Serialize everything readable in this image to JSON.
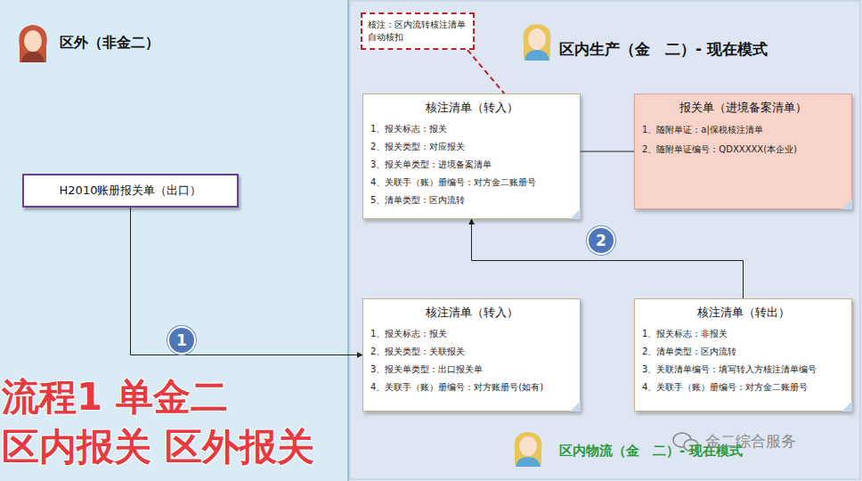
{
  "diagram": {
    "nodes": [
      {
        "text": [
          "区外（非金二）"
        ]
      },
      {
        "text": [
          "区内生产（金　二）- 现在模式",
          "区内物流（金　二）- 现在模式"
        ]
      },
      {
        "text": [
          "核注：区内流转核注清单自动核扣"
        ],
        "in": 1
      },
      {
        "text": [
          "核注清单（转入）",
          "1、报关标志：报关",
          "2、报关类型：对应报关",
          "3、报关单类型：进境备案清单",
          "4、关联手（账）册编号：对方金二账册号",
          "5、清单类型：区内流转"
        ],
        "in": 1
      },
      {
        "text": [
          "报关单（进境备案清单）",
          "1、随附单证：a|保税核注清单",
          "2、随附单证编号：QDXXXXX(本企业)"
        ],
        "in": 1
      },
      {
        "text": [
          "H2010账册报关单（出口）"
        ],
        "in": 0
      },
      {
        "text": [
          "核注清单（转入）",
          "1、报关标志：报关",
          "2、报关类型：关联报关",
          "3、报关单类型：出口报关单",
          "4、关联手（账）册编号：对方账册号(如有)"
        ],
        "in": 1
      },
      {
        "text": [
          "核注清单（转出）",
          "1、报关标志：非报关",
          "2、清单类型：区内流转",
          "3、关联清单编号：填写转入方核注清单编号",
          "4、关联手（账）册编号：对方金二账册号"
        ],
        "in": 1
      }
    ],
    "edges": [
      {
        "from": 5,
        "to": 6,
        "arrow": "to"
      },
      {
        "from": 7,
        "to": 3,
        "arrow": "to"
      },
      {
        "from": 3,
        "to": 4,
        "arrow": "none"
      },
      {
        "from": 2,
        "to": 3,
        "arrow": "none"
      }
    ],
    "labels": [
      "1",
      "2",
      "流程1 单金二",
      "区内报关 区外报关",
      "金二综合服务"
    ]
  }
}
